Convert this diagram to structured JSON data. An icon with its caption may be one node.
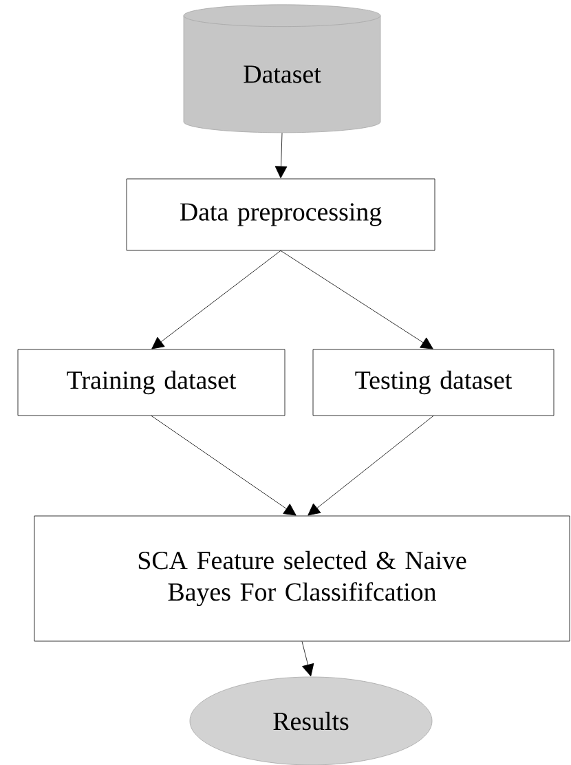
{
  "diagram": {
    "nodes": [
      {
        "text": [
          "Dataset"
        ]
      },
      {
        "text": [
          "Data preprocessing"
        ]
      },
      {
        "text": [
          "Training dataset"
        ]
      },
      {
        "text": [
          "Testing dataset"
        ]
      },
      {
        "text": [
          "SCA Feature selected & Naive Bayes For Classififcation"
        ]
      },
      {
        "text": [
          "Results"
        ]
      }
    ],
    "edges": [
      {
        "from": 0,
        "to": 1,
        "arrow": "to"
      },
      {
        "from": 1,
        "to": 2,
        "arrow": "to"
      },
      {
        "from": 1,
        "to": 3,
        "arrow": "to"
      },
      {
        "from": 2,
        "to": 4,
        "arrow": "to"
      },
      {
        "from": 3,
        "to": 4,
        "arrow": "to"
      },
      {
        "from": 4,
        "to": 5,
        "arrow": "to"
      }
    ]
  }
}
